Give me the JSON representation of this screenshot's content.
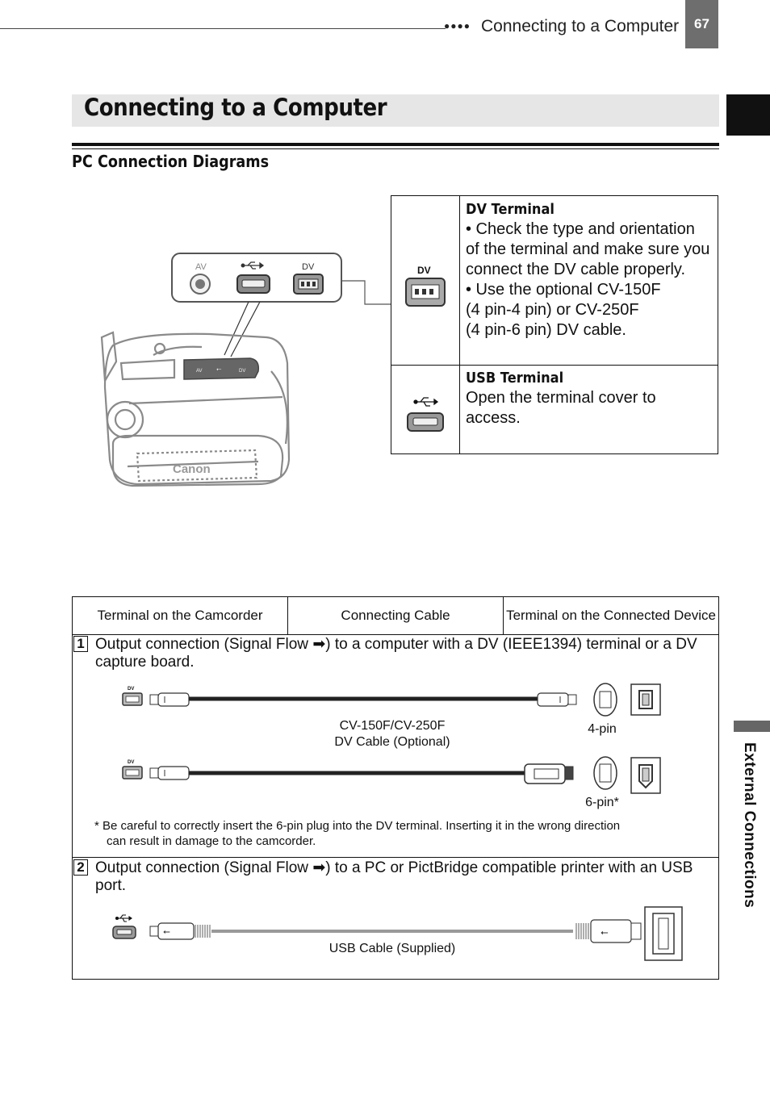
{
  "header": {
    "dots": "●●●●",
    "running_title": "Connecting to a Computer",
    "page_number": "67"
  },
  "side_tab": {
    "label": "External Connections"
  },
  "title": "Connecting to a Computer",
  "subtitle": "PC Connection Diagrams",
  "camera": {
    "panel_labels": [
      "AV",
      "DV"
    ],
    "brand": "Canon",
    "port_labels_small": [
      "AV",
      "DV"
    ]
  },
  "terminals": [
    {
      "icon_label": "DV",
      "heading": "DV Terminal",
      "lines": [
        "• Check the type and orientation of the terminal and make sure you connect the DV cable properly.",
        "• Use the optional CV-150F",
        "(4 pin-4 pin) or CV-250F",
        "(4 pin-6 pin) DV cable."
      ]
    },
    {
      "heading": "USB Terminal",
      "lines": [
        "Open the terminal cover to access."
      ]
    }
  ],
  "table": {
    "headers": [
      "Terminal on the Camcorder",
      "Connecting Cable",
      "Terminal on the Connected Device"
    ],
    "section1": {
      "number": "1",
      "text_before": "Output connection (Signal Flow ",
      "arrow": "➡",
      "text_after": ") to a computer with a DV (IEEE1394) terminal or a DV capture board.",
      "cable_caption_line1": "CV-150F/CV-250F",
      "cable_caption_line2": "DV Cable (Optional)",
      "pin4_label": "4-pin",
      "pin6_label": "6-pin*",
      "dv_small_label": "DV",
      "note_line1": "* Be careful to correctly insert the 6-pin plug into the DV terminal. Inserting it in the wrong direction",
      "note_line2": "can result in damage to the camcorder."
    },
    "section2": {
      "number": "2",
      "text_before": "Output connection (Signal Flow ",
      "arrow": "➡",
      "text_after": ") to a PC or PictBridge compatible printer with an USB port.",
      "cable_caption": "USB Cable (Supplied)"
    }
  }
}
